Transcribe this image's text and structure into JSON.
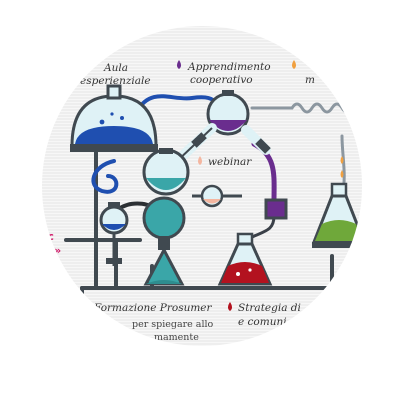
{
  "labels": {
    "aula": [
      "Aula",
      "esperienziale"
    ],
    "apprendimento": [
      "Apprendimento",
      "cooperativo"
    ],
    "partial_top_right": "m",
    "webinar": "webinar",
    "left_pink": [
      "ic",
      "x »"
    ],
    "formazione": "Formazione Prosumer",
    "formazione_desc": [
      "per spiegare allo",
      "mamente"
    ],
    "strategia": [
      "Strategia di",
      "e comuni"
    ]
  },
  "colors": {
    "background_disc": "#eeeeee",
    "frame": "#404950",
    "glass": "#dff2f6",
    "blue_liquid": "#1f4fb0",
    "teal_liquid": "#3aa6a8",
    "purple_liquid": "#6a2d8e",
    "red_liquid": "#b3121f",
    "green_liquid": "#6fa83a",
    "orange_drop": "#f0a040",
    "pink_text": "#d01868"
  },
  "icons": {
    "aula": "blue-drop-icon",
    "apprendimento": "purple-drop-icon",
    "top_right": "orange-drop-icon",
    "webinar": "peach-drop-icon",
    "formazione": "blue-drop-icon",
    "strategia": "red-drop-icon"
  }
}
